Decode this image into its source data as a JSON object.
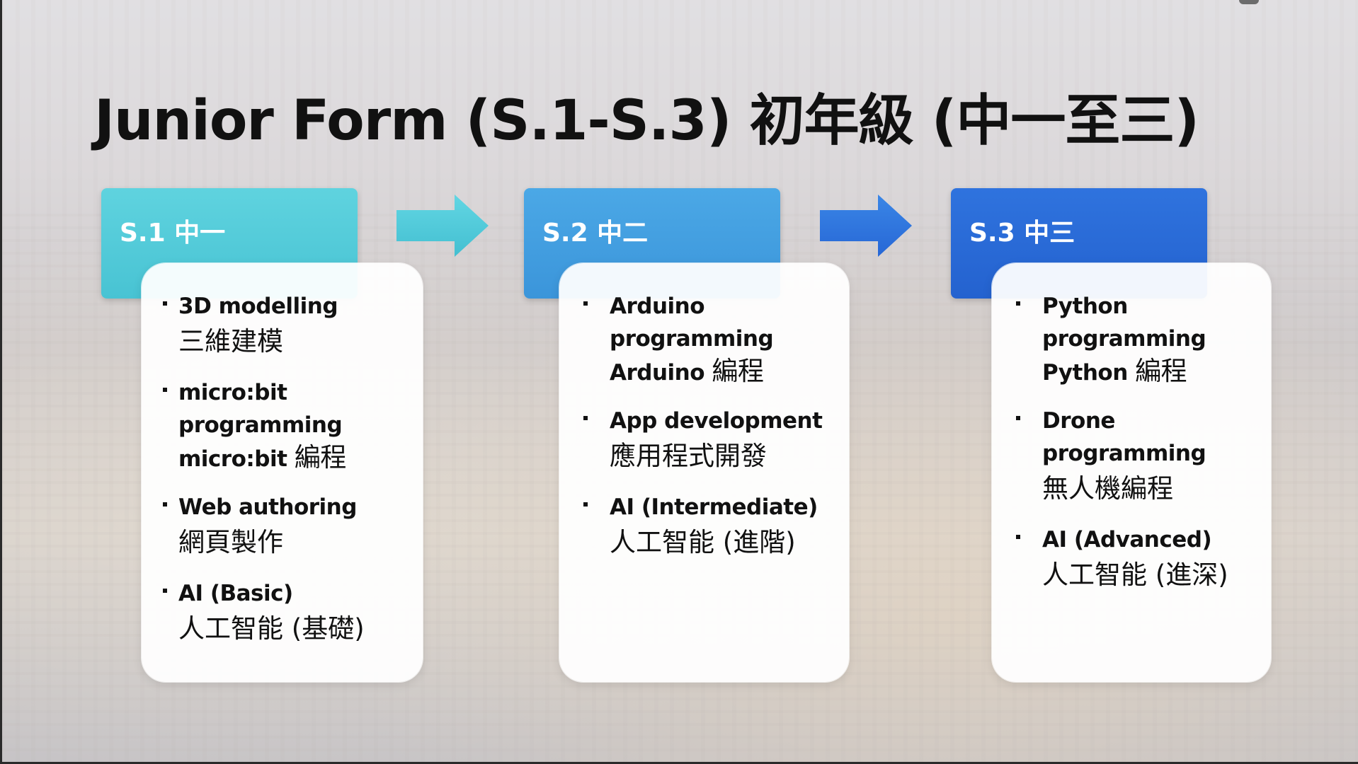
{
  "title": "Junior Form (S.1-S.3) 初年級 (中一至三)",
  "colors": {
    "s1": "#48c3d3",
    "s2": "#3b95da",
    "s3": "#2462cf",
    "arrow1": "#4cc8da",
    "arrow2": "#2f73de"
  },
  "stages": [
    {
      "label": "S.1 中一",
      "items": [
        {
          "en": "3D modelling",
          "zh": "三維建模"
        },
        {
          "en": "micro:bit\nprogramming\nmicro:bit 編程",
          "zh": ""
        },
        {
          "en": "Web authoring",
          "zh": "網頁製作"
        },
        {
          "en": "AI (Basic)",
          "zh": "人工智能 (基礎)"
        }
      ]
    },
    {
      "label": "S.2 中二",
      "items": [
        {
          "en": "Arduino programming\nArduino 編程",
          "zh": ""
        },
        {
          "en": "App development",
          "zh": "應用程式開發"
        },
        {
          "en": "AI (Intermediate)",
          "zh": "人工智能 (進階)"
        }
      ]
    },
    {
      "label": "S.3 中三",
      "items": [
        {
          "en": "Python\nprogramming\nPython 編程",
          "zh": ""
        },
        {
          "en": "Drone programming",
          "zh": "無人機編程"
        },
        {
          "en": "AI (Advanced)",
          "zh": "人工智能 (進深)"
        }
      ]
    }
  ]
}
